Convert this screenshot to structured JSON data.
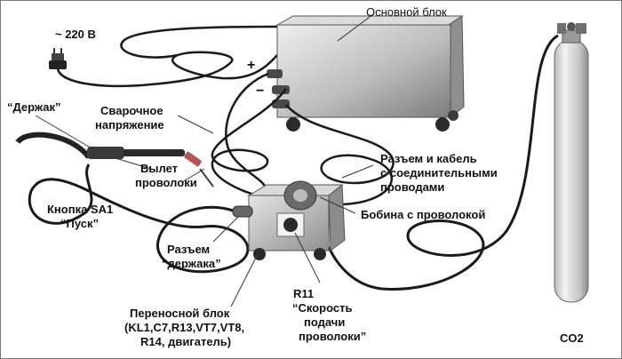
{
  "labels": {
    "mains": "~ 220 В",
    "main_unit": "Основной блок",
    "plus": "+",
    "minus": "−",
    "holder": "“Держак”",
    "welding_voltage_1": "Сварочное",
    "welding_voltage_2": "напряжение",
    "wire_stickout_1": "Вылет",
    "wire_stickout_2": "проволоки",
    "button_1": "Кнопка SA1",
    "button_2": "“Пуск”",
    "connector_cable_1": "Разъем и кабель",
    "connector_cable_2": "с соединительными",
    "connector_cable_3": "проводами",
    "spool": "Бобина  с проволокой",
    "holder_connector_1": "Разъем",
    "holder_connector_2": "“держака”",
    "r11_1": "R11",
    "r11_2": "“Скорость",
    "r11_3": "подачи",
    "r11_4": "проволоки”",
    "portable_1": "Переносной блок",
    "portable_2": "(KL1,C7,R13,VT7,VT8,",
    "portable_3": "R14, двигатель)",
    "co2": "CO2"
  },
  "colors": {
    "cable": "#1a1a1a",
    "unit_light": "#d6d6d6",
    "unit_dark": "#8e8e8e",
    "plug": "#c0504d",
    "cylinder_light": "#e6e6e6",
    "cylinder_dark": "#9a9a9a"
  }
}
